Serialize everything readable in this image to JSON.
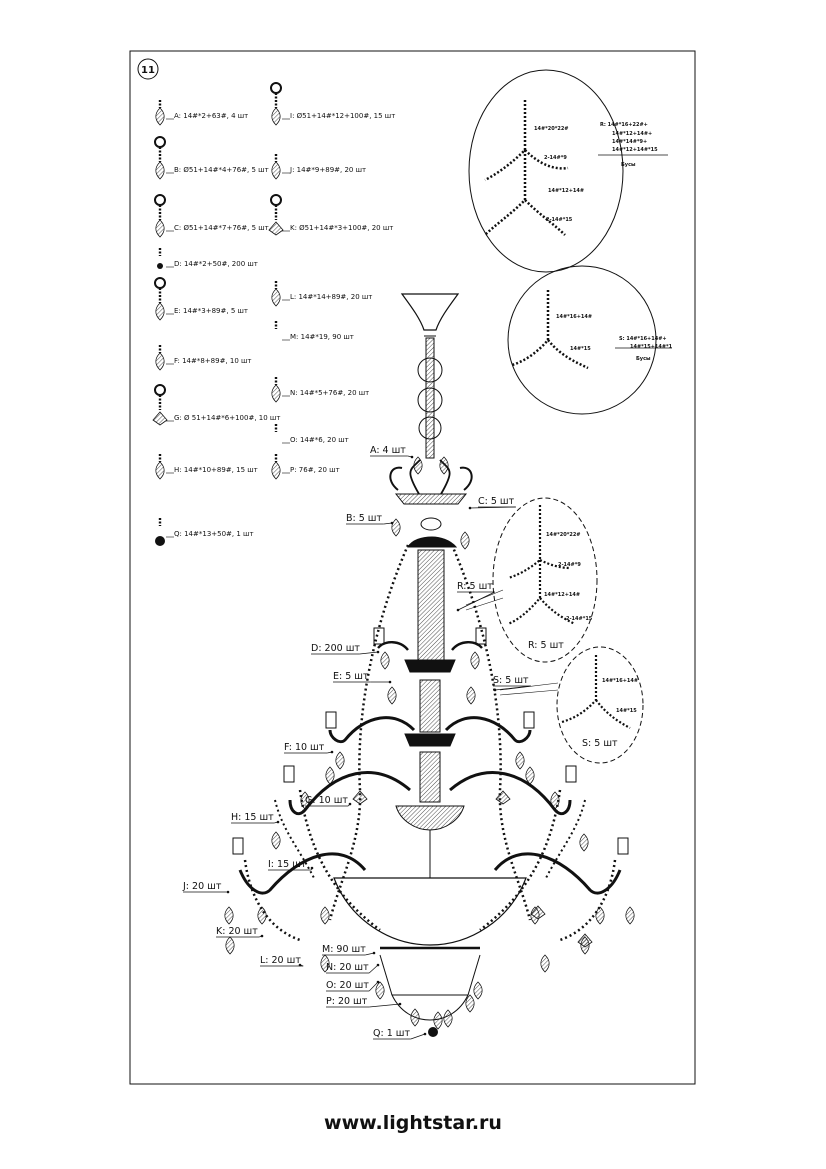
{
  "page_number": "11",
  "footer_url": "www.lightstar.ru",
  "legend": [
    {
      "letter": "A",
      "spec": "A: 14#*2+63#, 4 шт"
    },
    {
      "letter": "B",
      "spec": "B: Ø51+14#*4+76#, 5 шт"
    },
    {
      "letter": "C",
      "spec": "C: Ø51+14#*7+76#, 5 шт"
    },
    {
      "letter": "D",
      "spec": "D: 14#*2+50#, 200 шт"
    },
    {
      "letter": "E",
      "spec": "E: 14#*3+89#, 5 шт"
    },
    {
      "letter": "F",
      "spec": "F: 14#*8+89#, 10 шт"
    },
    {
      "letter": "G",
      "spec": "G: Ø 51+14#*6+100#, 10 шт"
    },
    {
      "letter": "H",
      "spec": "H: 14#*10+89#, 15 шт"
    },
    {
      "letter": "Q",
      "spec": "Q: 14#*13+50#, 1 шт"
    },
    {
      "letter": "I",
      "spec": "I: Ø51+14#*12+100#, 15 шт"
    },
    {
      "letter": "J",
      "spec": "J: 14#*9+89#, 20 шт"
    },
    {
      "letter": "K",
      "spec": "K: Ø51+14#*3+100#, 20 шт"
    },
    {
      "letter": "L",
      "spec": "L: 14#*14+89#, 20 шт"
    },
    {
      "letter": "M",
      "spec": "M: 14#*19, 90 шт"
    },
    {
      "letter": "N",
      "spec": "N: 14#*5+76#, 20 шт"
    },
    {
      "letter": "O",
      "spec": "O: 14#*6, 20 шт"
    },
    {
      "letter": "P",
      "spec": "P: 76#, 20 шт"
    }
  ],
  "callouts": {
    "A": "A: 4 шт",
    "B": "B: 5 шт",
    "C": "C: 5 шт",
    "D": "D: 200 шт",
    "E": "E: 5 шт",
    "F": "F: 10 шт",
    "G": "G: 10 шт",
    "H": "H: 15 шт",
    "I": "I: 15 шт",
    "J": "J: 20 шт",
    "K": "K: 20 шт",
    "L": "L: 20 шт",
    "M": "M: 90 шт",
    "N": "N: 20 шт",
    "O": "O: 20 шт",
    "P": "P: 20 шт",
    "Q": "Q: 1 шт",
    "R": "R: 5 шт",
    "S": "S: 5 шт"
  },
  "detail_1": {
    "labels": [
      "14#*20*22#",
      "2-14#*9",
      "14#*12+14#",
      "2-14#*15"
    ],
    "note": [
      "R: 14#*16+22#+",
      "14#*12+14#+",
      "14#*14#*9+",
      "14#*12+14#*15"
    ],
    "note_sub": "Бусы"
  },
  "detail_2": {
    "labels": [
      "14#*16+14#",
      "14#*15"
    ],
    "note": [
      "S: 14#*16+14#+",
      "14#*15+14#*1"
    ],
    "note_sub": "Бусы"
  },
  "detail_r": {
    "labels": [
      "14#*20*22#",
      "2-14#*9",
      "14#*12+14#",
      "2-14#*15"
    ],
    "caption": "R: 5 шт"
  },
  "detail_s": {
    "labels": [
      "14#*16+14#",
      "14#*15"
    ],
    "caption": "S: 5 шт"
  }
}
